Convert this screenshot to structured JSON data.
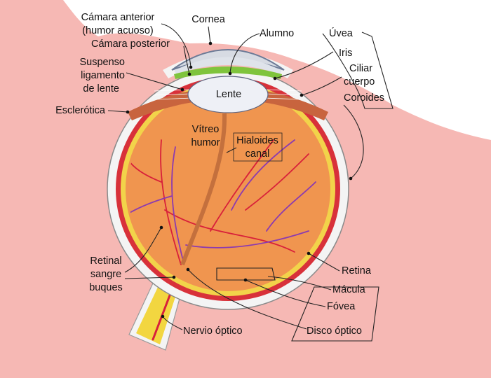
{
  "colors": {
    "background": "#ffffff",
    "skin": "#f6b8b4",
    "sclera": "#f4f4f4",
    "choroid": "#d8313a",
    "retina_band": "#f2d34a",
    "vitreous": "#f0954f",
    "ciliary": "#c8643e",
    "iris": "#7fc43c",
    "cornea": "#d7dbe3",
    "lens": "#eef0f6",
    "nerve": "#f2d640",
    "artery": "#d8203a",
    "vein": "#8b3ab0"
  },
  "labels": {
    "anterior_chamber": "Cámara anterior",
    "aqueous_humor": "(humor acuoso)",
    "posterior_chamber": "Cámara posterior",
    "cornea": "Cornea",
    "pupil": "Alumno",
    "uvea": "Úvea",
    "iris": "Iris",
    "ciliary_1": "Ciliar",
    "ciliary_2": "cuerpo",
    "suspensory_1": "Suspenso",
    "suspensory_2": "ligamento",
    "suspensory_3": "de lente",
    "lens": "Lente",
    "choroid": "Coroides",
    "sclera": "Esclerótica",
    "vitreous_1": "Vítreo",
    "vitreous_2": "humor",
    "hyaloid_1": "Hialoides",
    "hyaloid_2": "canal",
    "retinal_1": "Retinal",
    "retinal_2": "sangre",
    "retinal_3": "buques",
    "retina": "Retina",
    "macula": "Mácula",
    "fovea": "Fóvea",
    "optic_nerve": "Nervio óptico",
    "optic_disc": "Disco óptico"
  }
}
